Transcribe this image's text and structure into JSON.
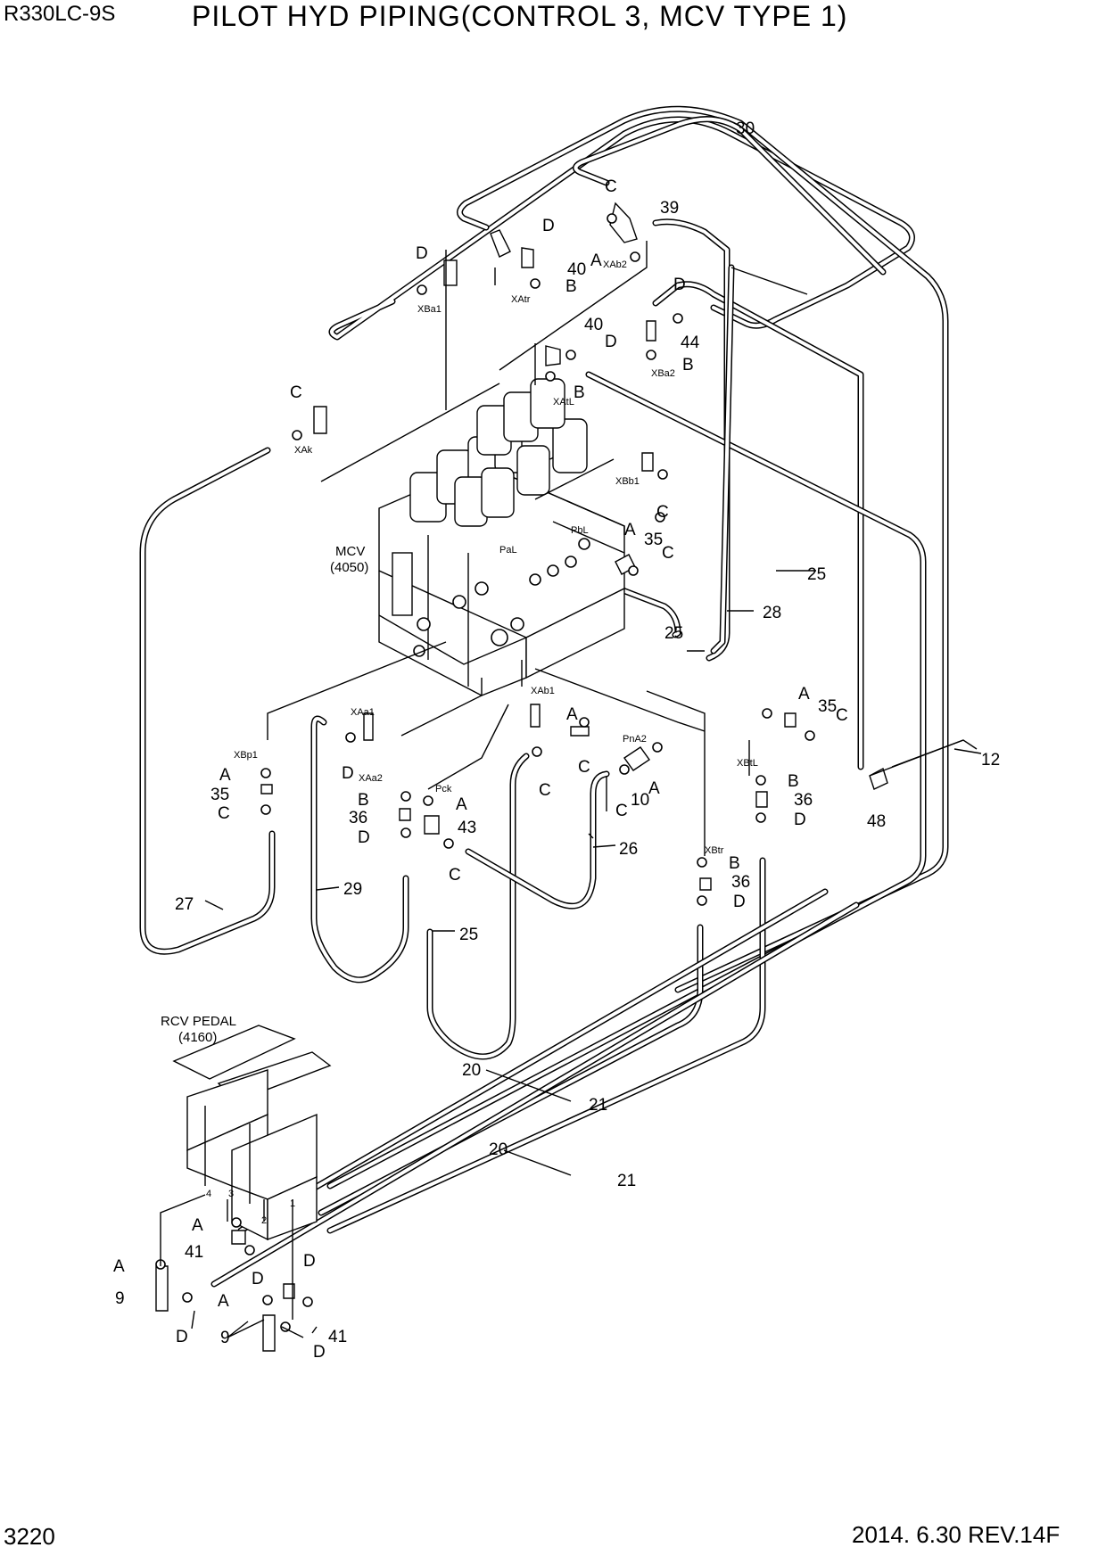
{
  "header": {
    "model": "R330LC-9S",
    "title": "PILOT HYD PIPING(CONTROL 3, MCV TYPE 1)"
  },
  "footer": {
    "page_number": "3220",
    "revision": "2014. 6.30  REV.14F"
  },
  "captions": {
    "mcv": "MCV",
    "mcv_code": "(4050)",
    "rcv": "RCV PEDAL",
    "rcv_code": "(4160)"
  },
  "part_labels": [
    "30",
    "39",
    "40",
    "40",
    "44",
    "25",
    "28",
    "25",
    "35",
    "35",
    "12",
    "48",
    "10",
    "43",
    "36",
    "36",
    "36",
    "26",
    "25",
    "29",
    "27",
    "20",
    "21",
    "20",
    "21",
    "41",
    "41",
    "9",
    "9"
  ],
  "letter_labels": [
    "A",
    "B",
    "C",
    "D"
  ],
  "port_labels": [
    "XBa1",
    "XAtr",
    "XAb2",
    "XBa2",
    "XAtL",
    "XAk",
    "XBb1",
    "PaL",
    "PbL",
    "XAb1",
    "XAa1",
    "PnA2",
    "XBp1",
    "XAa2",
    "Pck",
    "XBtL",
    "XBtr"
  ],
  "pedal_port_numbers": [
    "1",
    "2",
    "3",
    "4"
  ]
}
